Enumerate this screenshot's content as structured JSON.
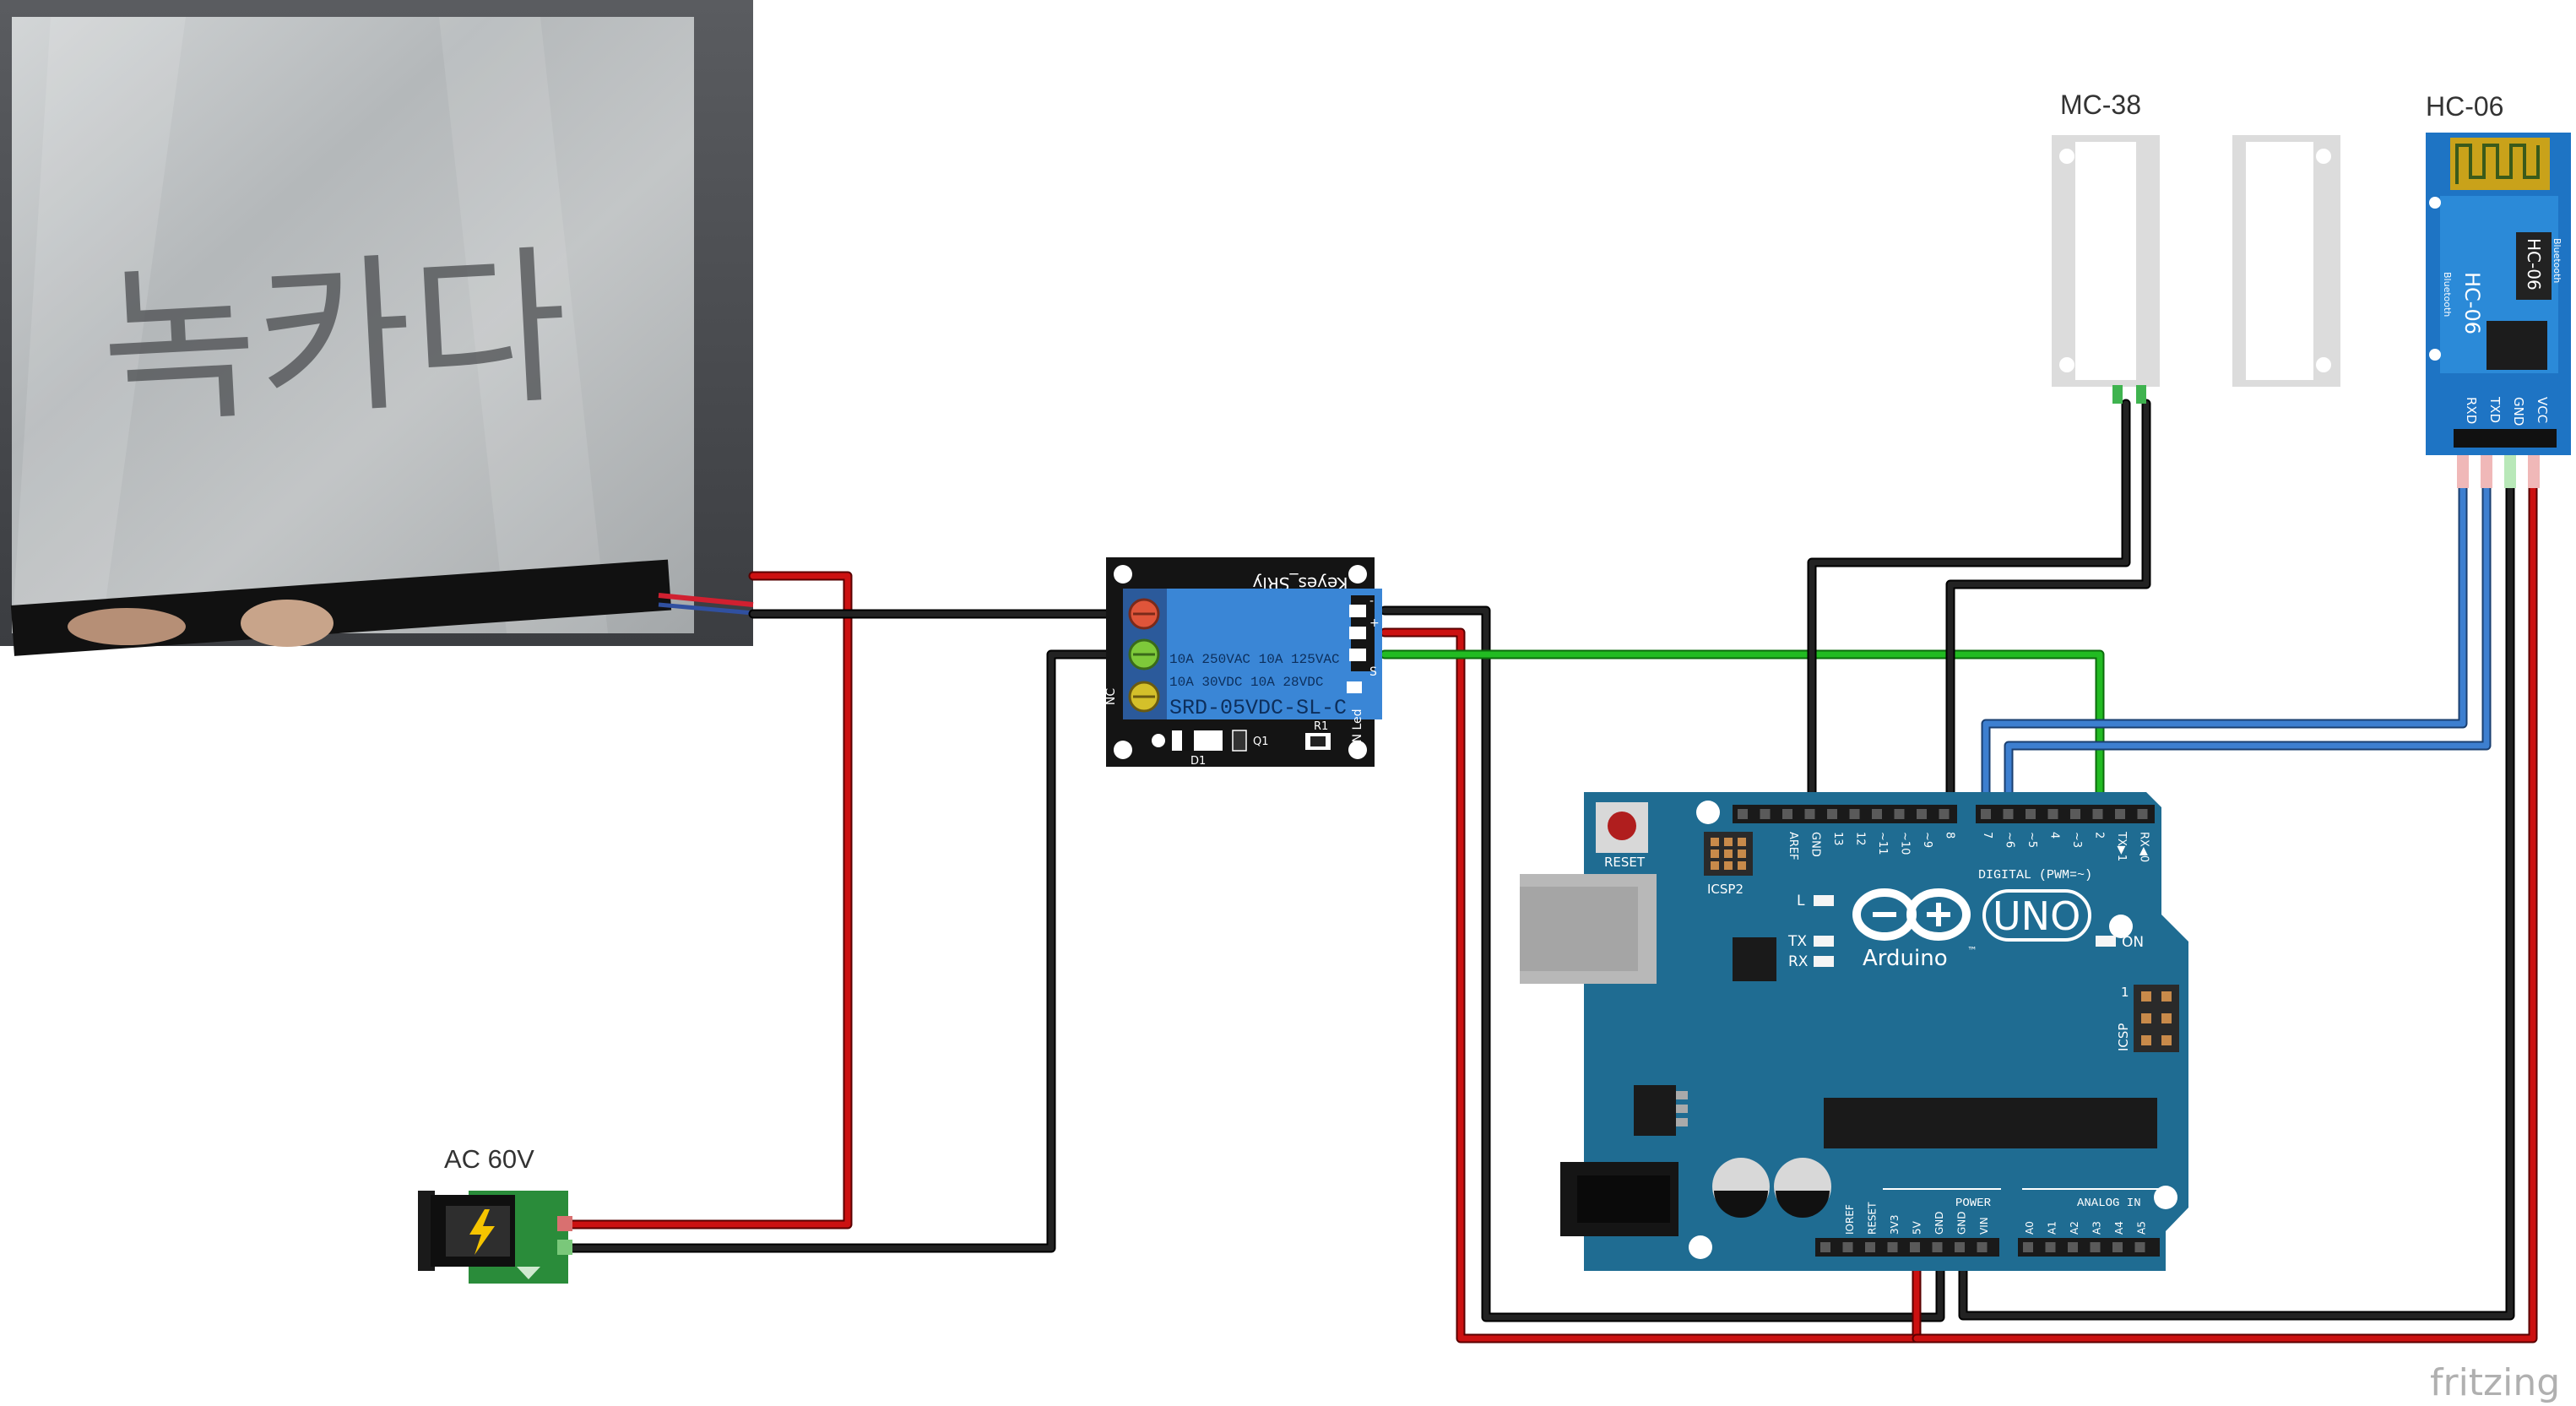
{
  "labels": {
    "mc38": "MC-38",
    "hc06": "HC-06",
    "ac": "AC 60V",
    "watermark": "fritzing"
  },
  "photo": {
    "handwriting": "녹카다"
  },
  "relay": {
    "title": "Keyes_SRly",
    "rating1": "10A 250VAC  10A 125VAC",
    "rating2": "10A  30VDC  10A  28VDC",
    "model": "SRD-05VDC-SL-C",
    "nc": "NC",
    "led": "ON Led",
    "d1": "D1",
    "q1": "Q1",
    "r1": "R1",
    "pin_minus": "-",
    "pin_plus": "+",
    "pin_s": "S"
  },
  "hc06_module": {
    "chip": "HC-06",
    "sub": "Bluetooth",
    "pins": [
      "RXD",
      "TXD",
      "GND",
      "VCC"
    ]
  },
  "arduino": {
    "reset": "RESET",
    "icsp2": "ICSP2",
    "icsp": "ICSP",
    "l": "L",
    "tx": "TX",
    "rx": "RX",
    "on": "ON",
    "brand": "Arduino",
    "tm": "™",
    "uno": "UNO",
    "digital": "DIGITAL (PWM=~)",
    "power": "POWER",
    "analog": "ANALOG IN",
    "icsp_one": "1",
    "digital_pins": [
      "AREF",
      "GND",
      "13",
      "12",
      "~11",
      "~10",
      "~9",
      "8",
      "7",
      "~6",
      "~5",
      "4",
      "~3",
      "2",
      "TX▶1",
      "RX◀0"
    ],
    "power_pins": [
      "IOREF",
      "RESET",
      "3V3",
      "5V",
      "GND",
      "GND",
      "VIN"
    ],
    "analog_pins": [
      "A0",
      "A1",
      "A2",
      "A3",
      "A4",
      "A5"
    ]
  },
  "colors": {
    "wire_red": "#cc1111",
    "wire_black": "#1a1a1a",
    "wire_green": "#22bb22",
    "wire_blue": "#3d7fd0",
    "arduino_blue": "#1f6c92",
    "relay_blue": "#3a86d6",
    "hc06_blue": "#1e74c4"
  }
}
